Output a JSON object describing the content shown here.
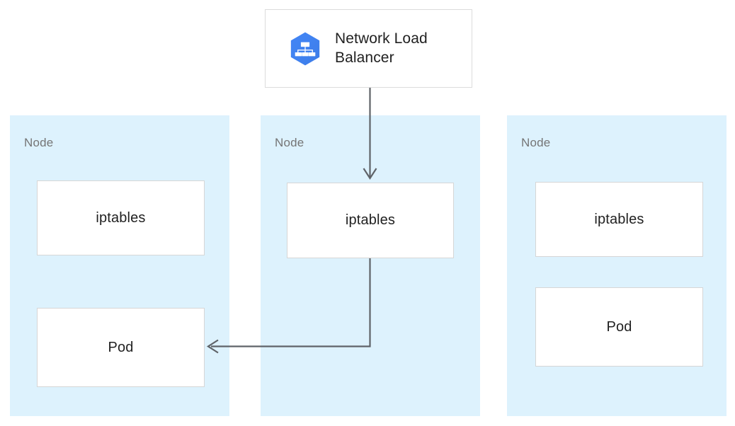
{
  "diagram": {
    "title": "Kubernetes Network Load Balancer iptables traffic flow",
    "background_color": "#ffffff",
    "node_panel_color": "#ddf2fd",
    "box_border_color": "#d6d6d6",
    "connector_color": "#5f6368",
    "icon_color": "#4285f4",
    "node_label_color": "#757575",
    "text_color": "#212121"
  },
  "load_balancer": {
    "label": "Network Load\nBalancer",
    "icon": "network-load-balancer-icon"
  },
  "nodes": [
    {
      "label": "Node",
      "boxes": [
        {
          "label": "iptables"
        },
        {
          "label": "Pod"
        }
      ]
    },
    {
      "label": "Node",
      "boxes": [
        {
          "label": "iptables"
        }
      ]
    },
    {
      "label": "Node",
      "boxes": [
        {
          "label": "iptables"
        },
        {
          "label": "Pod"
        }
      ]
    }
  ],
  "connectors": [
    {
      "name": "lb-to-middle-iptables",
      "from": "load_balancer",
      "to": "node-1-iptables",
      "direction": "down"
    },
    {
      "name": "middle-iptables-to-left-pod",
      "from": "node-1-iptables",
      "to": "node-0-pod",
      "direction": "left"
    }
  ]
}
